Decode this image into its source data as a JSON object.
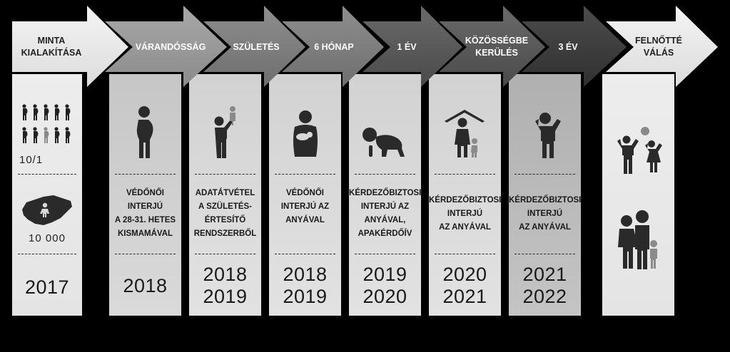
{
  "stages": [
    {
      "id": "minta",
      "label": "MINTA\nKIALAKÍTÁSA",
      "year": "2017",
      "ratio": "10/1",
      "sample": "10 000"
    },
    {
      "id": "varandossag",
      "label": "VÁRANDÓSSÁG",
      "desc": "VÉDŐNŐI\nINTERJÚ\nA 28-31. HETES\nKISMAMÁVAL",
      "year": "2018"
    },
    {
      "id": "szuletes",
      "label": "SZÜLETÉS",
      "desc": "ADATÁTVÉTEL\nA SZÜLETÉS-\nÉRTESÍTŐ\nRENDSZERBŐL",
      "year": "2018\n2019"
    },
    {
      "id": "6honap",
      "label": "6 HÓNAP",
      "desc": "VÉDŐNŐI\nINTERJÚ AZ\nANYÁVAL",
      "year": "2018\n2019"
    },
    {
      "id": "1ev",
      "label": "1 ÉV",
      "desc": "KÉRDEZŐBIZTOSI\nINTERJÚ AZ\nANYÁVAL,\nAPAKÉRDŐÍV",
      "year": "2019\n2020"
    },
    {
      "id": "kozosseg",
      "label": "KÖZÖSSÉGBE\nKERÜLÉS",
      "desc": "KÉRDEZŐBIZTOSI\nINTERJÚ\nAZ ANYÁVAL",
      "year": "2020\n2021"
    },
    {
      "id": "3ev",
      "label": "3 ÉV",
      "desc": "KÉRDEZŐBIZTOSI\nINTERJÚ\nAZ ANYÁVAL",
      "year": "2021\n2022"
    },
    {
      "id": "felnotte",
      "label": "FELNŐTTÉ\nVÁLÁS"
    }
  ],
  "colors": {
    "background": "#000000",
    "light": "#ececec"
  }
}
